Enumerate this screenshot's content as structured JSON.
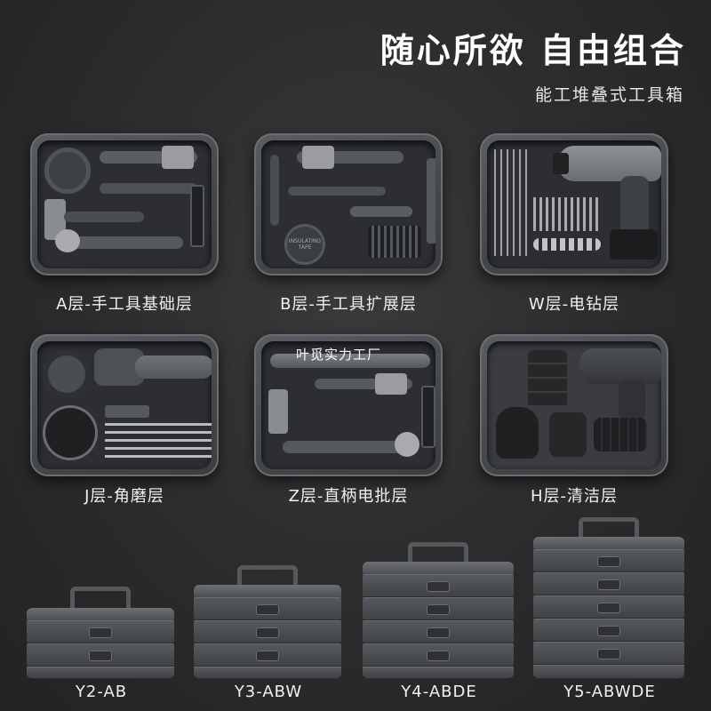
{
  "header": {
    "title": "随心所欲 自由组合",
    "subtitle": "能工堆叠式工具箱"
  },
  "watermark": "叶觅实力工厂",
  "trays": [
    {
      "label": "A层-手工具基础层"
    },
    {
      "label": "B层-手工具扩展层"
    },
    {
      "label": "W层-电钻层"
    },
    {
      "label": "J层-角磨层"
    },
    {
      "label": "Z层-直柄电批层"
    },
    {
      "label": "H层-清洁层"
    }
  ],
  "tray_print": {
    "tape": "INSULATING TAPE"
  },
  "boxes": [
    {
      "label": "Y2-AB",
      "layers": 2
    },
    {
      "label": "Y3-ABW",
      "layers": 3
    },
    {
      "label": "Y4-ABDE",
      "layers": 4
    },
    {
      "label": "Y5-ABWDE",
      "layers": 5
    }
  ],
  "colors": {
    "background": "#2a2a2a",
    "tray_shell": "#4a4d51",
    "tray_inner": "#2c2e31",
    "text": "#f2f2f2"
  }
}
